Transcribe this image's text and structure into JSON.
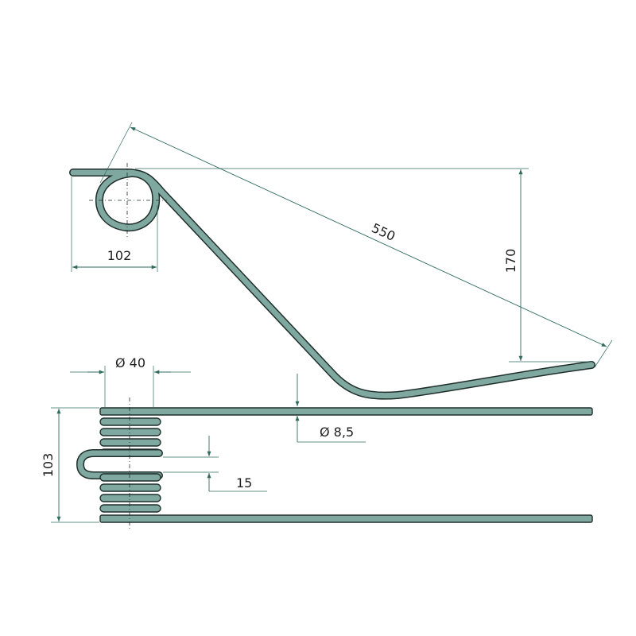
{
  "drawing": {
    "title": "",
    "dimensions": {
      "overall_length": "550",
      "height": "170",
      "coil_offset": "102",
      "coil_diameter": "Ø 40",
      "wire_diameter": "Ø 8,5",
      "loop_gap": "15",
      "total_width": "103"
    },
    "colors": {
      "wire_fill": "#7fa9a0",
      "wire_outline": "#1f2e2b",
      "dimension_line": "#2f6b5e",
      "background": "#ffffff"
    }
  }
}
